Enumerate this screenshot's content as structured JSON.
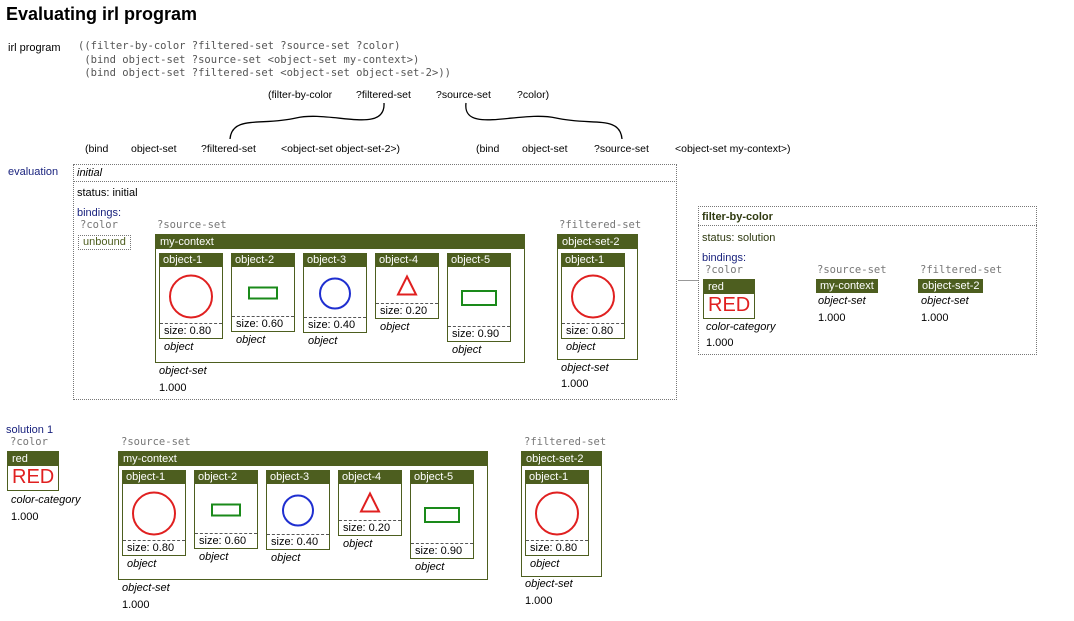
{
  "title": "Evaluating irl program",
  "program_label": "irl program",
  "program_code": "((filter-by-color ?filtered-set ?source-set ?color)\n (bind object-set ?source-set <object-set my-context>)\n (bind object-set ?filtered-set <object-set object-set-2>))",
  "network": {
    "top": [
      "(filter-by-color",
      "?filtered-set",
      "?source-set",
      "?color)"
    ],
    "left": [
      "(bind",
      "object-set",
      "?filtered-set",
      "<object-set object-set-2>)"
    ],
    "right": [
      "(bind",
      "object-set",
      "?source-set",
      "<object-set my-context>)"
    ]
  },
  "evaluation": {
    "label": "evaluation",
    "state": "initial",
    "status": "status: initial",
    "bindings_label": "bindings:",
    "color_var": "?color",
    "color_value": "unbound",
    "source_var": "?source-set",
    "filtered_var": "?filtered-set"
  },
  "my_context": {
    "name": "my-context",
    "type": "object-set",
    "score": "1.000",
    "objects": [
      {
        "name": "object-1",
        "size": "size: 0.80",
        "type": "object",
        "shape": "circle",
        "color": "#e02020"
      },
      {
        "name": "object-2",
        "size": "size: 0.60",
        "type": "object",
        "shape": "rect",
        "color": "#1a8a1a"
      },
      {
        "name": "object-3",
        "size": "size: 0.40",
        "type": "object",
        "shape": "circle",
        "color": "#1f2fd0"
      },
      {
        "name": "object-4",
        "size": "size: 0.20",
        "type": "object",
        "shape": "triangle",
        "color": "#e02020"
      },
      {
        "name": "object-5",
        "size": "size: 0.90",
        "type": "object",
        "shape": "rect",
        "color": "#1a8a1a"
      }
    ]
  },
  "object_set_2": {
    "name": "object-set-2",
    "type": "object-set",
    "score": "1.000",
    "objects": [
      {
        "name": "object-1",
        "size": "size: 0.80",
        "type": "object",
        "shape": "circle",
        "color": "#e02020"
      }
    ]
  },
  "filter_panel": {
    "title": "filter-by-color",
    "status": "status: solution",
    "bindings_label": "bindings:",
    "color_var": "?color",
    "color_name": "red",
    "color_big": "RED",
    "color_type": "color-category",
    "color_score": "1.000",
    "source_var": "?source-set",
    "source_value": "my-context",
    "source_type": "object-set",
    "source_score": "1.000",
    "filtered_var": "?filtered-set",
    "filtered_value": "object-set-2",
    "filtered_type": "object-set",
    "filtered_score": "1.000"
  },
  "solution": {
    "label": "solution 1",
    "color_var": "?color",
    "color_name": "red",
    "color_big": "RED",
    "color_type": "color-category",
    "color_score": "1.000",
    "source_var": "?source-set",
    "filtered_var": "?filtered-set"
  },
  "colors": {
    "header_green": "#4d5e1f",
    "red": "#e02020",
    "green": "#1a8a1a",
    "blue": "#1f2fd0",
    "navy": "#1a237e"
  }
}
